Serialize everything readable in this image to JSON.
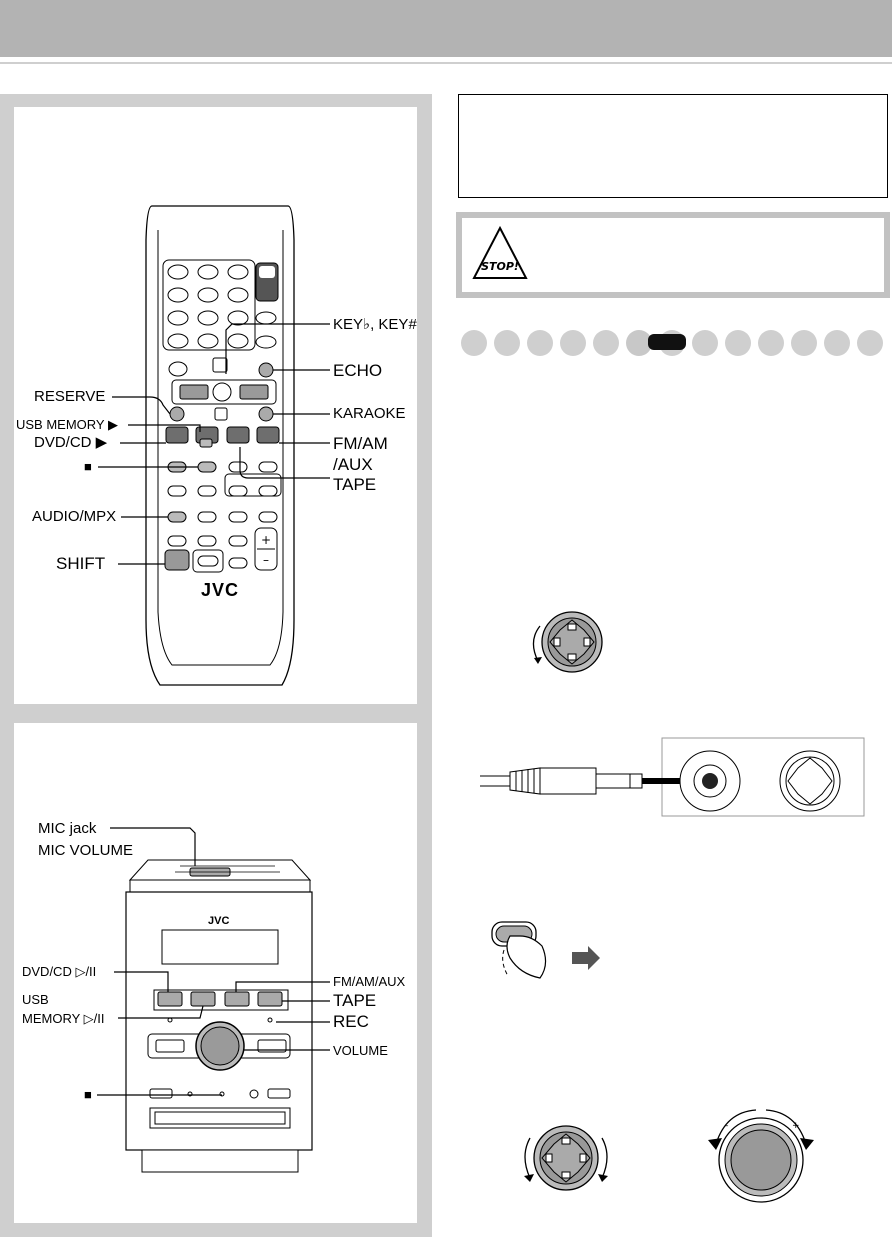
{
  "remote_labels": {
    "key": "KEY♭, KEY#",
    "echo": "ECHO",
    "reserve": "RESERVE",
    "karaoke": "KARAOKE",
    "usb_memory": "USB MEMORY ▶",
    "dvd_cd": "DVD/CD ▶",
    "fm_am": "FM/AM",
    "aux": "/AUX",
    "stop": "■",
    "tape": "TAPE",
    "audio_mpx": "AUDIO/MPX",
    "shift": "SHIFT",
    "brand": "JVC"
  },
  "unit_labels": {
    "mic_jack": "MIC jack",
    "mic_volume": "MIC VOLUME",
    "brand": "JVC",
    "dvd_cd": "DVD/CD ▷/II",
    "fm_am_aux": "FM/AM/AUX",
    "usb": "USB",
    "usb_memory": "MEMORY ▷/II",
    "tape": "TAPE",
    "rec": "REC",
    "volume": "VOLUME",
    "stop": "■"
  },
  "warning": {
    "stop_sign": "STOP!"
  },
  "progress": {
    "total_steps": 13,
    "current_step": 6
  },
  "colors": {
    "header": "#b3b3b3",
    "panel": "#cfcfcf",
    "button_dark": "#6e6e6e",
    "button_mid": "#9a9a9a"
  }
}
